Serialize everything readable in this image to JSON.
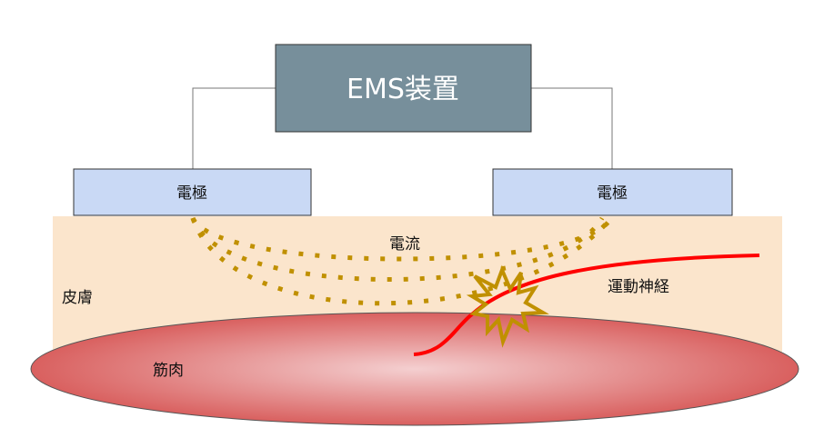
{
  "device": {
    "label": "EMS装置"
  },
  "electrodes": [
    {
      "label": "電極"
    },
    {
      "label": "電極"
    }
  ],
  "labels": {
    "current": "電流",
    "skin": "皮膚",
    "muscle": "筋肉",
    "motor_nerve": "運動神経"
  },
  "colors": {
    "device": "#778f9b",
    "electrode": "#c9d9f5",
    "skin": "#fbe5cc",
    "muscle_center": "#f4cfd0",
    "muscle_edge": "#d9605f",
    "current": "#c09000",
    "nerve": "#ff0000"
  }
}
